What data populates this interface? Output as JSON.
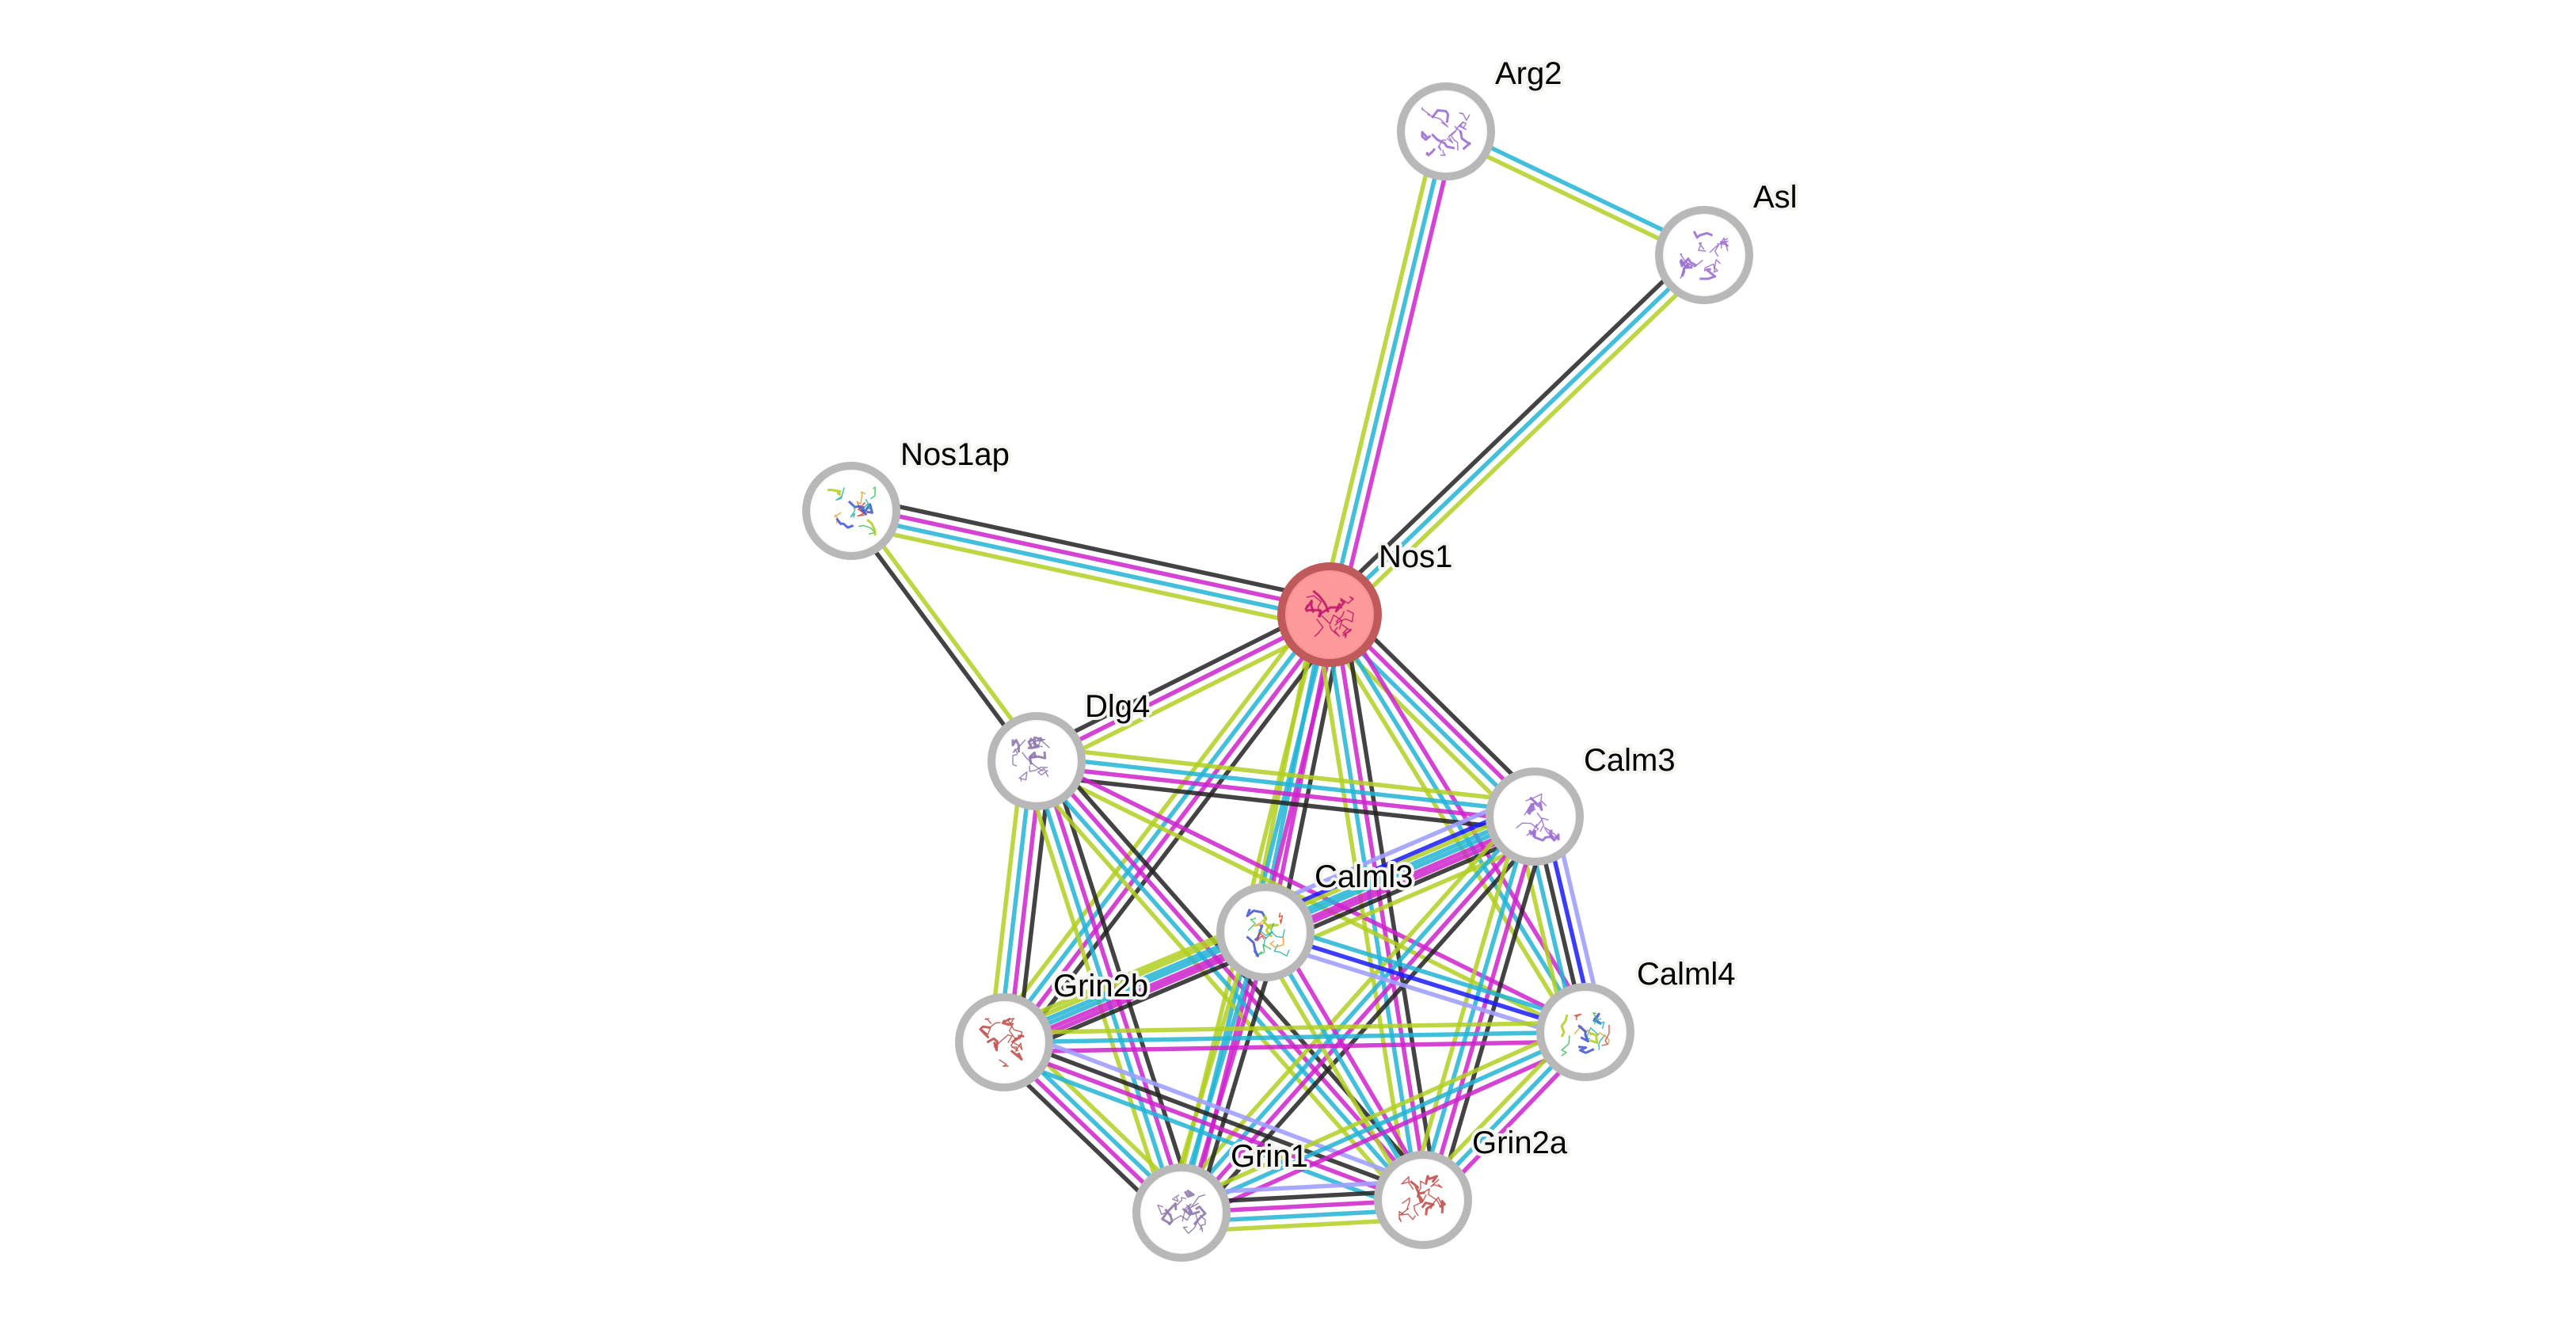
{
  "title": "STRING protein interaction network",
  "query_protein": "Nos1",
  "colors": {
    "node_border": "#b8b8b8",
    "query_fill": "#fb9a99",
    "query_border": "#c05a5a",
    "textmining": "#b1cf22",
    "coexpression": "#222222",
    "databases": "#22b4d6",
    "experiments": "#cc22cc",
    "homology": "#a0a0ff",
    "neighborhood": "#1a1aff"
  },
  "nodes": [
    {
      "id": "Arg2",
      "label": "Arg2",
      "query": false,
      "structure_color": "#9a6fcf"
    },
    {
      "id": "Asl",
      "label": "Asl",
      "query": false,
      "structure_color": "#9a6fcf"
    },
    {
      "id": "Nos1ap",
      "label": "Nos1ap",
      "query": false,
      "structure_color": "rainbow"
    },
    {
      "id": "Nos1",
      "label": "Nos1",
      "query": true,
      "structure_color": "#c2186b"
    },
    {
      "id": "Dlg4",
      "label": "Dlg4",
      "query": false,
      "structure_color": "#8f79ad"
    },
    {
      "id": "Calm3",
      "label": "Calm3",
      "query": false,
      "structure_color": "#9a6fcf"
    },
    {
      "id": "Calml3",
      "label": "Calml3",
      "query": false,
      "structure_color": "rainbow"
    },
    {
      "id": "Grin2b",
      "label": "Grin2b",
      "query": false,
      "structure_color": "#c0504d"
    },
    {
      "id": "Calml4",
      "label": "Calml4",
      "query": false,
      "structure_color": "rainbow"
    },
    {
      "id": "Grin1",
      "label": "Grin1",
      "query": false,
      "structure_color": "#8f79ad"
    },
    {
      "id": "Grin2a",
      "label": "Grin2a",
      "query": false,
      "structure_color": "#c0504d"
    }
  ],
  "edges": [
    {
      "a": "Arg2",
      "b": "Nos1",
      "types": [
        "experiments",
        "databases",
        "textmining"
      ]
    },
    {
      "a": "Arg2",
      "b": "Asl",
      "types": [
        "databases",
        "textmining"
      ]
    },
    {
      "a": "Asl",
      "b": "Nos1",
      "types": [
        "textmining",
        "databases",
        "coexpression"
      ]
    },
    {
      "a": "Nos1ap",
      "b": "Nos1",
      "types": [
        "coexpression",
        "experiments",
        "databases",
        "textmining"
      ]
    },
    {
      "a": "Nos1ap",
      "b": "Dlg4",
      "types": [
        "textmining",
        "coexpression"
      ]
    },
    {
      "a": "Nos1",
      "b": "Dlg4",
      "types": [
        "textmining",
        "experiments",
        "coexpression"
      ]
    },
    {
      "a": "Nos1",
      "b": "Calm3",
      "types": [
        "coexpression",
        "experiments",
        "databases",
        "textmining"
      ]
    },
    {
      "a": "Nos1",
      "b": "Calml3",
      "types": [
        "coexpression",
        "experiments",
        "databases",
        "textmining"
      ]
    },
    {
      "a": "Nos1",
      "b": "Grin2b",
      "types": [
        "coexpression",
        "experiments",
        "databases",
        "textmining"
      ]
    },
    {
      "a": "Nos1",
      "b": "Calml4",
      "types": [
        "experiments",
        "databases",
        "textmining"
      ]
    },
    {
      "a": "Nos1",
      "b": "Grin1",
      "types": [
        "experiments",
        "databases",
        "textmining"
      ]
    },
    {
      "a": "Nos1",
      "b": "Grin2a",
      "types": [
        "coexpression",
        "experiments",
        "databases",
        "textmining"
      ]
    },
    {
      "a": "Dlg4",
      "b": "Calm3",
      "types": [
        "textmining",
        "databases",
        "experiments",
        "coexpression"
      ]
    },
    {
      "a": "Dlg4",
      "b": "Calml4",
      "types": [
        "experiments",
        "textmining"
      ]
    },
    {
      "a": "Dlg4",
      "b": "Grin2b",
      "types": [
        "coexpression",
        "experiments",
        "databases",
        "textmining"
      ]
    },
    {
      "a": "Dlg4",
      "b": "Grin1",
      "types": [
        "coexpression",
        "experiments",
        "databases",
        "textmining"
      ]
    },
    {
      "a": "Dlg4",
      "b": "Grin2a",
      "types": [
        "coexpression",
        "experiments",
        "databases",
        "textmining"
      ]
    },
    {
      "a": "Calm3",
      "b": "Calml3",
      "types": [
        "textmining",
        "coexpression",
        "experiments",
        "databases",
        "neighborhood",
        "homology"
      ]
    },
    {
      "a": "Calm3",
      "b": "Calml4",
      "types": [
        "homology",
        "neighborhood",
        "coexpression",
        "databases",
        "textmining"
      ]
    },
    {
      "a": "Calm3",
      "b": "Grin2b",
      "types": [
        "experiments",
        "databases",
        "textmining"
      ]
    },
    {
      "a": "Calm3",
      "b": "Grin1",
      "types": [
        "coexpression",
        "experiments",
        "databases",
        "textmining"
      ]
    },
    {
      "a": "Calm3",
      "b": "Grin2a",
      "types": [
        "coexpression",
        "experiments",
        "databases",
        "textmining"
      ]
    },
    {
      "a": "Calml3",
      "b": "Calml4",
      "types": [
        "databases",
        "neighborhood",
        "homology"
      ]
    },
    {
      "a": "Calml3",
      "b": "Grin2b",
      "types": [
        "coexpression",
        "experiments",
        "databases",
        "textmining"
      ]
    },
    {
      "a": "Calml3",
      "b": "Grin1",
      "types": [
        "coexpression",
        "experiments",
        "databases",
        "textmining"
      ]
    },
    {
      "a": "Calml3",
      "b": "Grin2a",
      "types": [
        "experiments",
        "databases",
        "textmining"
      ]
    },
    {
      "a": "Grin2b",
      "b": "Calml4",
      "types": [
        "textmining",
        "databases",
        "experiments"
      ]
    },
    {
      "a": "Grin2b",
      "b": "Grin1",
      "types": [
        "textmining",
        "databases",
        "experiments",
        "coexpression"
      ]
    },
    {
      "a": "Grin2b",
      "b": "Grin2a",
      "types": [
        "homology",
        "coexpression",
        "experiments",
        "databases"
      ]
    },
    {
      "a": "Calml4",
      "b": "Grin1",
      "types": [
        "experiments",
        "databases",
        "textmining"
      ]
    },
    {
      "a": "Calml4",
      "b": "Grin2a",
      "types": [
        "experiments",
        "databases",
        "textmining"
      ]
    },
    {
      "a": "Grin1",
      "b": "Grin2a",
      "types": [
        "homology",
        "coexpression",
        "experiments",
        "databases",
        "textmining"
      ]
    }
  ]
}
